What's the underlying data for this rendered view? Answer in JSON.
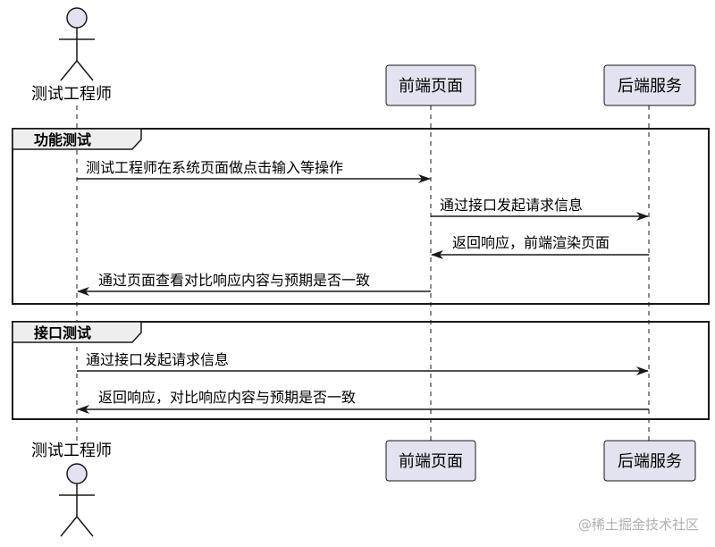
{
  "participants": {
    "tester": "测试工程师",
    "frontend": "前端页面",
    "backend": "后端服务"
  },
  "groups": [
    {
      "title": "功能测试",
      "messages": [
        {
          "text": "测试工程师在系统页面做点击输入等操作",
          "from": "tester",
          "to": "frontend"
        },
        {
          "text": "通过接口发起请求信息",
          "from": "frontend",
          "to": "backend"
        },
        {
          "text": "返回响应，前端渲染页面",
          "from": "backend",
          "to": "frontend"
        },
        {
          "text": "通过页面查看对比响应内容与预期是否一致",
          "from": "frontend",
          "to": "tester"
        }
      ]
    },
    {
      "title": "接口测试",
      "messages": [
        {
          "text": "通过接口发起请求信息",
          "from": "tester",
          "to": "backend"
        },
        {
          "text": "返回响应，对比响应内容与预期是否一致",
          "from": "backend",
          "to": "tester"
        }
      ]
    }
  ],
  "watermark": "@稀土掘金技术社区",
  "colors": {
    "participant_fill": "#e2e2f0",
    "line": "#181818",
    "frame_tab_fill": "#eeeeee"
  }
}
